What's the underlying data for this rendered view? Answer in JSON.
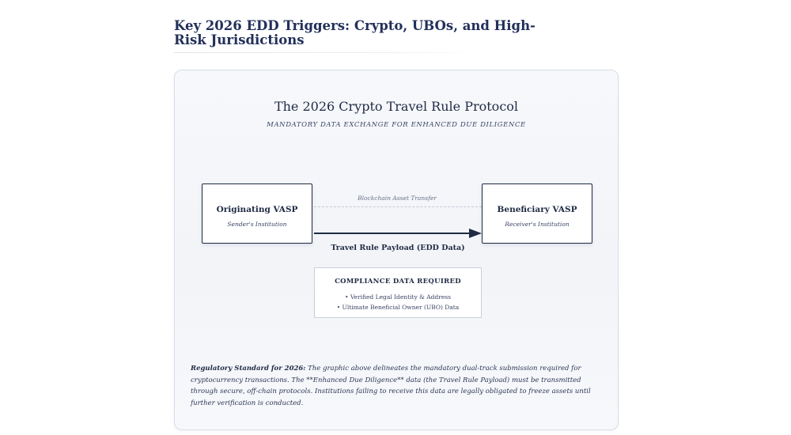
{
  "article": {
    "heading": "Key 2026 EDD Triggers: Crypto, UBOs, and High-Risk Jurisdictions"
  },
  "diagram": {
    "title": "The 2026 Crypto Travel Rule Protocol",
    "subtitle": "MANDATORY DATA EXCHANGE FOR ENHANCED DUE DILIGENCE",
    "originator": {
      "name": "Originating VASP",
      "role": "Sender's Institution"
    },
    "beneficiary": {
      "name": "Beneficiary VASP",
      "role": "Receiver's Institution"
    },
    "transfer_label": "Blockchain Asset Transfer",
    "payload_label": "Travel Rule Payload (EDD Data)",
    "compliance": {
      "heading": "COMPLIANCE DATA REQUIRED",
      "items": [
        "• Verified Legal Identity & Address",
        "• Ultimate Beneficial Owner (UBO) Data"
      ]
    }
  },
  "note": {
    "lead": "Regulatory Standard for 2026:",
    "body": " The graphic above delineates the mandatory dual-track submission required for cryptocurrency transactions. The **Enhanced Due Diligence** data (the Travel Rule Payload) must be transmitted through secure, off-chain protocols. Institutions failing to receive this data are legally obligated to freeze assets until further verification is conducted."
  },
  "colors": {
    "navy": "#1f2a44",
    "heading": "#22305a",
    "dashed": "#c4c9d4",
    "card_bg": "#f4f6f9"
  }
}
